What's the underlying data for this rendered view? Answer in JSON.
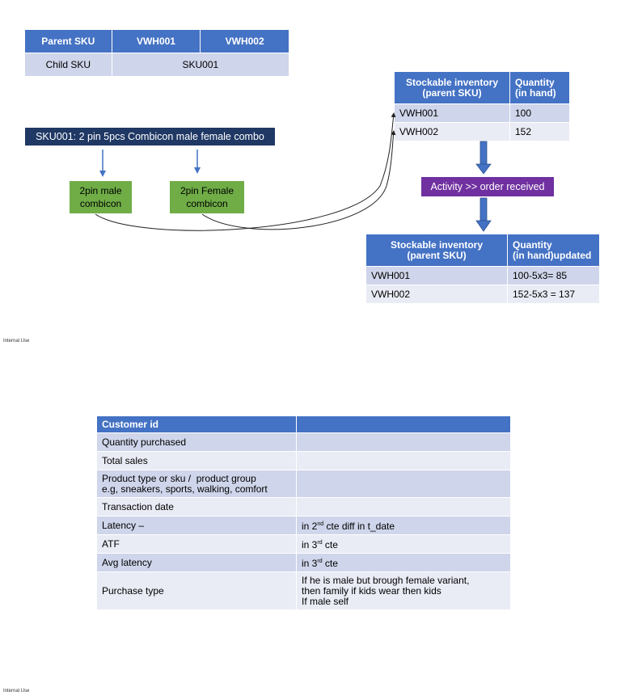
{
  "slide1": {
    "sku_table": {
      "header": [
        "Parent SKU",
        "VWH001",
        "VWH002"
      ],
      "row": [
        "Child SKU",
        "SKU001"
      ]
    },
    "sku_banner": "SKU001:  2 pin 5pcs Combicon male female combo",
    "component_male": [
      "2pin male",
      "combicon"
    ],
    "component_female": [
      "2pin Female",
      "combicon"
    ],
    "inventory_table": {
      "header": [
        [
          "Stockable inventory",
          "(parent SKU)"
        ],
        [
          "Quantity",
          "(in hand)"
        ]
      ],
      "rows": [
        [
          "VWH001",
          "100"
        ],
        [
          "VWH002",
          "152"
        ]
      ]
    },
    "activity": "Activity >> order received",
    "updated_table": {
      "header": [
        [
          "Stockable inventory",
          "(parent SKU)"
        ],
        [
          "Quantity",
          "(in hand)updated"
        ]
      ],
      "rows": [
        [
          "VWH001",
          "100-5x3= 85"
        ],
        [
          "VWH002",
          "152-5x3 = 137"
        ]
      ]
    },
    "footer": "Internal Use"
  },
  "slide2": {
    "table": {
      "header": "Customer id",
      "rows": [
        {
          "label": [
            "Quantity purchased"
          ],
          "value": []
        },
        {
          "label": [
            "Total sales"
          ],
          "value": []
        },
        {
          "label": [
            "Product type or sku /  product group",
            "e.g, sneakers, sports, walking, comfort"
          ],
          "value": []
        },
        {
          "label": [
            "Transaction date"
          ],
          "value": []
        },
        {
          "label": [
            "Latency –"
          ],
          "value": [
            {
              "pre": "in 2",
              "sup": "nd",
              "post": " cte diff in t_date"
            }
          ]
        },
        {
          "label": [
            "ATF"
          ],
          "value": [
            {
              "pre": "in 3",
              "sup": "rd",
              "post": " cte"
            }
          ]
        },
        {
          "label": [
            "Avg latency"
          ],
          "value": [
            {
              "pre": "in 3",
              "sup": "rd",
              "post": " cte"
            }
          ]
        },
        {
          "label": [
            "Purchase type"
          ],
          "value": [
            {
              "pre": "If he is male but brough female variant,",
              "sup": "",
              "post": ""
            },
            {
              "pre": "then family if kids wear then kids",
              "sup": "",
              "post": ""
            },
            {
              "pre": "If male self",
              "sup": "",
              "post": ""
            }
          ]
        }
      ]
    },
    "footer": "Internal Use"
  },
  "colors": {
    "header_blue": "#4472c4",
    "row_dark": "#cfd5ea",
    "row_light": "#e9ebf5",
    "banner_navy": "#1f3864",
    "green": "#70ad47",
    "purple": "#7030a0",
    "arrow_blue": "#4472c4"
  }
}
